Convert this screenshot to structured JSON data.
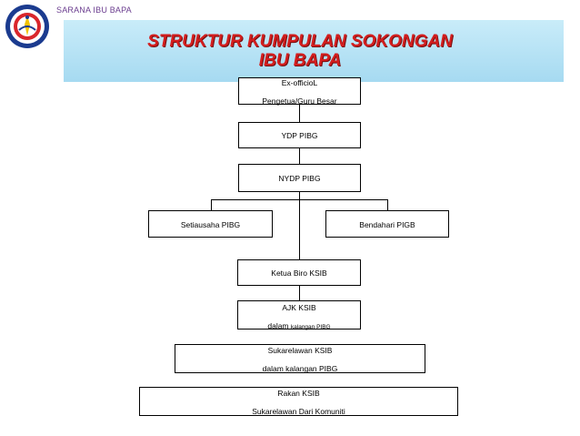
{
  "header": {
    "label": "SARANA IBU BAPA"
  },
  "title": {
    "line1": "STRUKTUR KUMPULAN SOKONGAN",
    "line2": "IBU BAPA"
  },
  "boxes": {
    "exofficio": {
      "line1": "Ex-officioL",
      "line2": "Pengetua/Guru Besar"
    },
    "ydp": {
      "label": "YDP PIBG"
    },
    "nydp": {
      "label": "NYDP PIBG"
    },
    "setiausaha": {
      "label": "Setiausaha PIBG"
    },
    "bendahari": {
      "label": "Bendahari PIGB"
    },
    "ketua": {
      "label": "Ketua Biro KSIB"
    },
    "ajk": {
      "line1": "AJK KSIB",
      "line2_a": "dalam",
      "line2_b": "kalangan PIBG"
    },
    "sukarelawan": {
      "line1": "Sukarelawan KSIB",
      "line2": "dalam kalangan PIBG"
    },
    "rakan": {
      "line1": "Rakan KSIB",
      "line2": "Sukarelawan Dari Komuniti"
    }
  },
  "colors": {
    "title_red": "#d41e1e",
    "banner": "#b5e2f5",
    "header_purple": "#6b3d8f"
  }
}
